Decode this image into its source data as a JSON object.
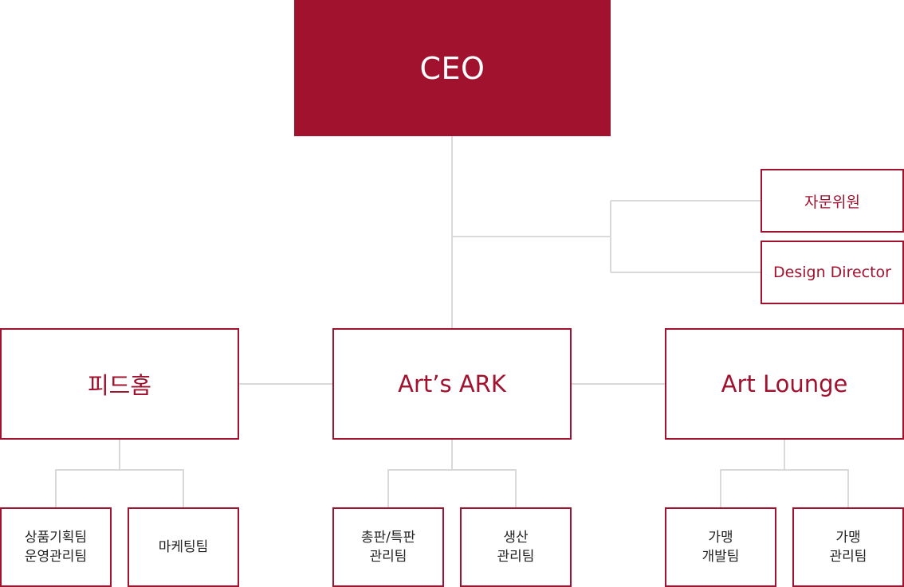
{
  "colors": {
    "accent": "#a0122e",
    "connector": "#d9d9d9",
    "team_text": "#222222"
  },
  "ceo": {
    "label": "CEO"
  },
  "advisors": [
    {
      "label": "자문위원"
    },
    {
      "label": "Design Director"
    }
  ],
  "divisions": [
    {
      "label": "피드홈",
      "teams": [
        {
          "label": "상품기획팀\n운영관리팀"
        },
        {
          "label": "마케팅팀"
        }
      ]
    },
    {
      "label": "Art’s ARK",
      "teams": [
        {
          "label": "총판/특판\n관리팀"
        },
        {
          "label": "생산\n관리팀"
        }
      ]
    },
    {
      "label": "Art Lounge",
      "teams": [
        {
          "label": "가맹\n개발팀"
        },
        {
          "label": "가맹\n관리팀"
        }
      ]
    }
  ]
}
